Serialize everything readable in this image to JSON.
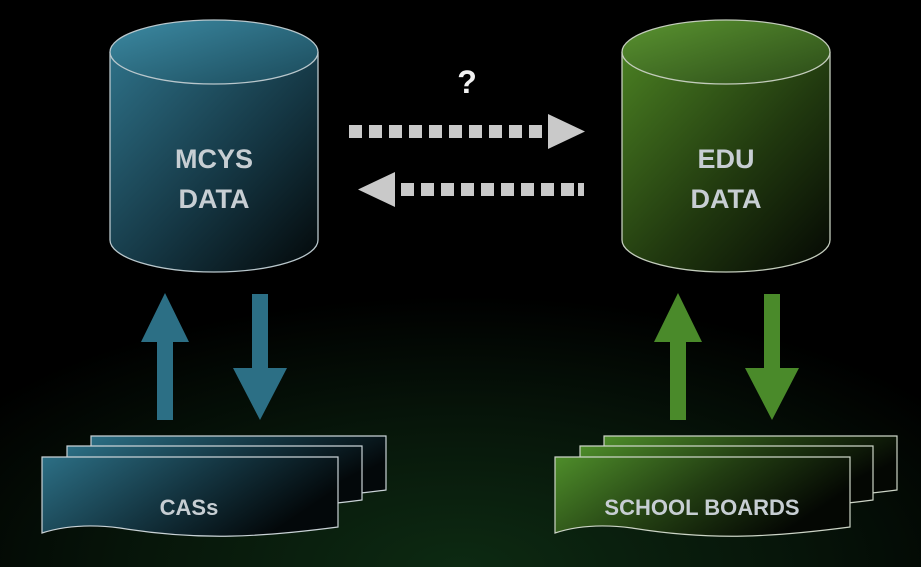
{
  "diagram": {
    "left_database": {
      "line1": "MCYS",
      "line2": "DATA"
    },
    "right_database": {
      "line1": "EDU",
      "line2": "DATA"
    },
    "exchange_question": "?",
    "left_documents": {
      "label": "CASs"
    },
    "right_documents": {
      "label": "SCHOOL BOARDS"
    },
    "colors": {
      "left_accent": "#2c6f85",
      "right_accent": "#4a8a2a",
      "dashed_arrow": "#c9c9c9",
      "text": "#c7ced3",
      "background": "#000000"
    }
  }
}
